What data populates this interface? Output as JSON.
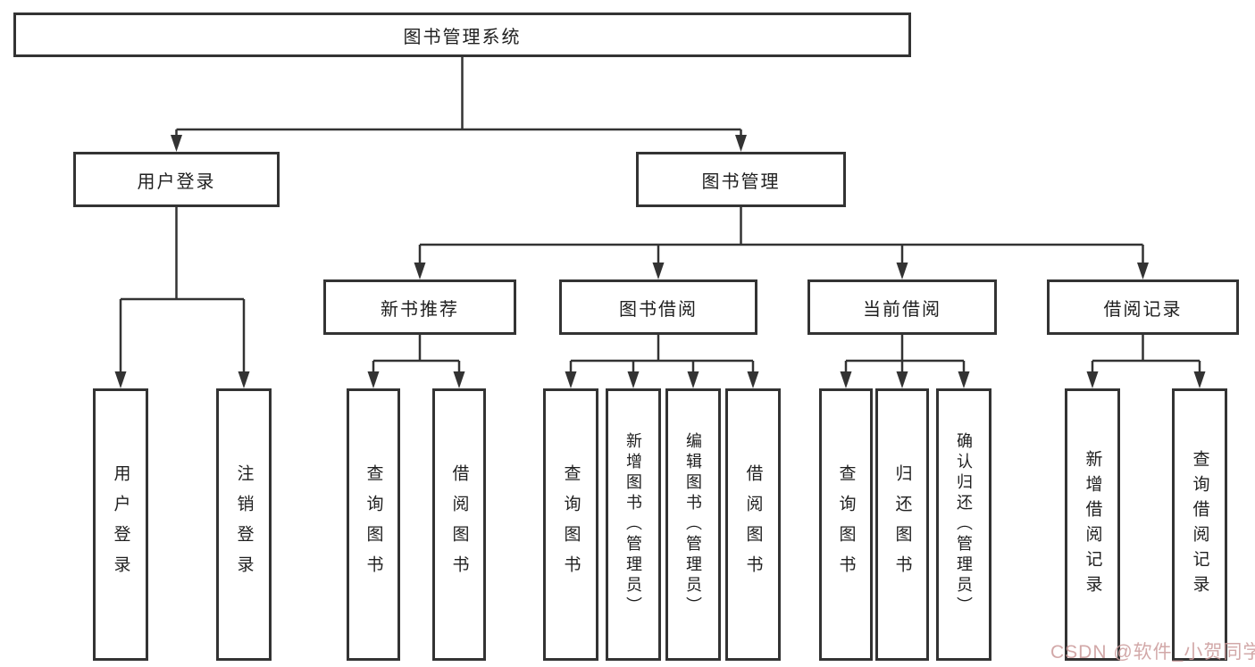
{
  "tree": {
    "label": "图书管理系统",
    "children": [
      {
        "label": "用户登录",
        "children": [
          {
            "label": "用户登录"
          },
          {
            "label": "注销登录"
          }
        ]
      },
      {
        "label": "图书管理",
        "children": [
          {
            "label": "新书推荐",
            "children": [
              {
                "label": "查询图书"
              },
              {
                "label": "借阅图书"
              }
            ]
          },
          {
            "label": "图书借阅",
            "children": [
              {
                "label": "查询图书"
              },
              {
                "label": "新增图书（管理员）"
              },
              {
                "label": "编辑图书（管理员）"
              },
              {
                "label": "借阅图书"
              }
            ]
          },
          {
            "label": "当前借阅",
            "children": [
              {
                "label": "查询图书"
              },
              {
                "label": "归还图书"
              },
              {
                "label": "确认归还（管理员）"
              }
            ]
          },
          {
            "label": "借阅记录",
            "children": [
              {
                "label": "新增借阅记录"
              },
              {
                "label": "查询借阅记录"
              }
            ]
          }
        ]
      }
    ]
  },
  "watermark": {
    "text": "CSDN @软件_小贺同学",
    "color": "#cb9a9a"
  },
  "colors": {
    "line": "#333333",
    "border": "#333333",
    "background": "#ffffff",
    "text": "#1f1f1f"
  }
}
